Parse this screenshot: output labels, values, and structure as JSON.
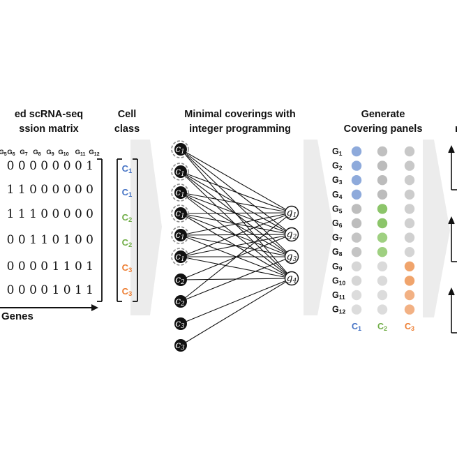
{
  "headers": {
    "matrix_line1": "ed scRNA-seq",
    "matrix_line2": "ssion matrix",
    "cell_line1": "Cell",
    "cell_line2": "class",
    "cover_line1": "Minimal coverings with",
    "cover_line2": "integer programming",
    "panel_line1": "Generate",
    "panel_line2": "Covering panels",
    "cut_right": "r"
  },
  "gene_header": [
    "G5",
    "G6",
    "G7",
    "G8",
    "G9",
    "G10",
    "G11",
    "G12"
  ],
  "matrix_rows": [
    "0 0 0 0 0 0 0 1",
    "1 1 0 0 0 0 0 0",
    "1 1 1 0 0 0 0 0",
    "0 0 1 1 0 1 0 0",
    "0 0 0 0 1 1 0 1",
    "0 0 0 0 1 0 1 1"
  ],
  "genes_axis_label": "Genes",
  "cell_classes": [
    {
      "label": "C1",
      "color": "#4472c4"
    },
    {
      "label": "C1",
      "color": "#4472c4"
    },
    {
      "label": "C2",
      "color": "#70ad47"
    },
    {
      "label": "C2",
      "color": "#70ad47"
    },
    {
      "label": "C3",
      "color": "#ed7d31"
    },
    {
      "label": "C3",
      "color": "#ed7d31"
    }
  ],
  "left_nodes": [
    {
      "label": "c1",
      "dashed": true
    },
    {
      "label": "c1",
      "dashed": true
    },
    {
      "label": "c1",
      "dashed": true
    },
    {
      "label": "c1",
      "dashed": true
    },
    {
      "label": "c1",
      "dashed": true
    },
    {
      "label": "c1",
      "dashed": true
    },
    {
      "label": "c2",
      "dashed": false
    },
    {
      "label": "c2",
      "dashed": false
    },
    {
      "label": "c3",
      "dashed": false
    },
    {
      "label": "c3",
      "dashed": false
    }
  ],
  "right_nodes": [
    "g1",
    "g2",
    "g3",
    "g4"
  ],
  "edges": [
    [
      0,
      0
    ],
    [
      0,
      1
    ],
    [
      0,
      2
    ],
    [
      0,
      3
    ],
    [
      1,
      0
    ],
    [
      1,
      1
    ],
    [
      1,
      2
    ],
    [
      1,
      3
    ],
    [
      2,
      0
    ],
    [
      2,
      1
    ],
    [
      2,
      2
    ],
    [
      2,
      3
    ],
    [
      3,
      0
    ],
    [
      3,
      1
    ],
    [
      3,
      2
    ],
    [
      3,
      3
    ],
    [
      4,
      0
    ],
    [
      4,
      1
    ],
    [
      4,
      2
    ],
    [
      4,
      3
    ],
    [
      5,
      0
    ],
    [
      5,
      1
    ],
    [
      5,
      2
    ],
    [
      5,
      3
    ],
    [
      6,
      1
    ],
    [
      6,
      3
    ],
    [
      7,
      0
    ],
    [
      7,
      2
    ],
    [
      8,
      3
    ],
    [
      9,
      3
    ]
  ],
  "panel": {
    "genes": [
      "G1",
      "G2",
      "G3",
      "G4",
      "G5",
      "G6",
      "G7",
      "G8",
      "G9",
      "G10",
      "G11",
      "G12"
    ],
    "columns": [
      {
        "label": "C1",
        "color": "#4472c4"
      },
      {
        "label": "C2",
        "color": "#70ad47"
      },
      {
        "label": "C3",
        "color": "#ed7d31"
      }
    ],
    "dot_colors": [
      [
        "#8eaadb",
        "#c0c0c0",
        "#c8c8c8"
      ],
      [
        "#8eaadb",
        "#bcbcbc",
        "#c8c8c8"
      ],
      [
        "#8eaadb",
        "#bcbcbc",
        "#cccccc"
      ],
      [
        "#8eaadb",
        "#bcbcbc",
        "#cccccc"
      ],
      [
        "#bdbdbd",
        "#8cc56a",
        "#cfcfcf"
      ],
      [
        "#bdbdbd",
        "#8cc56a",
        "#d0d0d0"
      ],
      [
        "#c4c4c4",
        "#9fd081",
        "#d0d0d0"
      ],
      [
        "#c4c4c4",
        "#9fd081",
        "#d4d4d4"
      ],
      [
        "#d6d6d6",
        "#dadada",
        "#f0a46c"
      ],
      [
        "#d6d6d6",
        "#dadada",
        "#f0a46c"
      ],
      [
        "#dcdcdc",
        "#dcdcdc",
        "#f2b184"
      ],
      [
        "#dcdcdc",
        "#dcdcdc",
        "#f2b184"
      ]
    ]
  }
}
